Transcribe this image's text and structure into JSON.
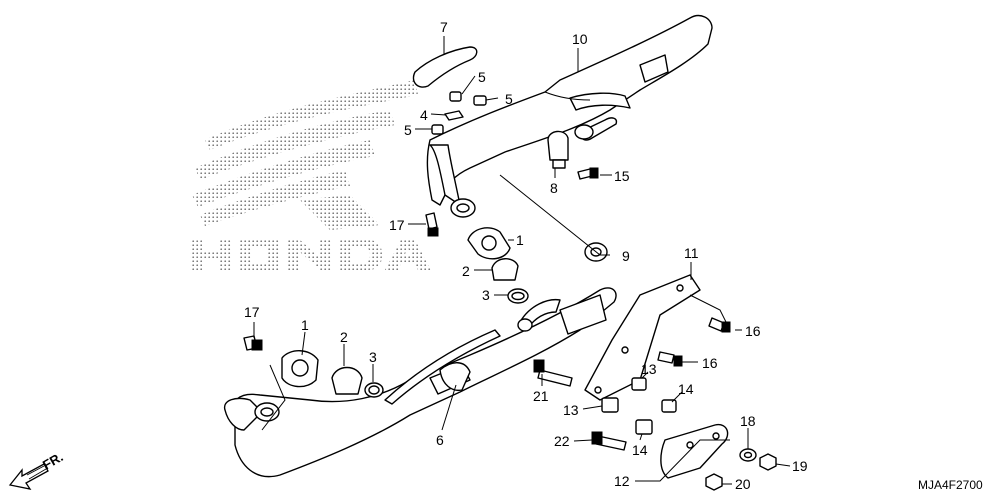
{
  "diagram": {
    "code": "MJA4F2700",
    "direction_label": "FR.",
    "watermark_logo": "HONDA",
    "callouts": [
      {
        "id": "c7",
        "label": "7"
      },
      {
        "id": "c10",
        "label": "10"
      },
      {
        "id": "c5a",
        "label": "5"
      },
      {
        "id": "c5b",
        "label": "5"
      },
      {
        "id": "c4",
        "label": "4"
      },
      {
        "id": "c5c",
        "label": "5"
      },
      {
        "id": "c8",
        "label": "8"
      },
      {
        "id": "c15",
        "label": "15"
      },
      {
        "id": "c17a",
        "label": "17"
      },
      {
        "id": "c1a",
        "label": "1"
      },
      {
        "id": "c2a",
        "label": "2"
      },
      {
        "id": "c3a",
        "label": "3"
      },
      {
        "id": "c9",
        "label": "9"
      },
      {
        "id": "c11",
        "label": "11"
      },
      {
        "id": "c16a",
        "label": "16"
      },
      {
        "id": "c16b",
        "label": "16"
      },
      {
        "id": "c17b",
        "label": "17"
      },
      {
        "id": "c1b",
        "label": "1"
      },
      {
        "id": "c2b",
        "label": "2"
      },
      {
        "id": "c3b",
        "label": "3"
      },
      {
        "id": "c6",
        "label": "6"
      },
      {
        "id": "c21",
        "label": "21"
      },
      {
        "id": "c13a",
        "label": "13"
      },
      {
        "id": "c14a",
        "label": "14"
      },
      {
        "id": "c13b",
        "label": "13"
      },
      {
        "id": "c14b",
        "label": "14"
      },
      {
        "id": "c18",
        "label": "18"
      },
      {
        "id": "c22",
        "label": "22"
      },
      {
        "id": "c19",
        "label": "19"
      },
      {
        "id": "c12",
        "label": "12"
      },
      {
        "id": "c20",
        "label": "20"
      }
    ]
  }
}
